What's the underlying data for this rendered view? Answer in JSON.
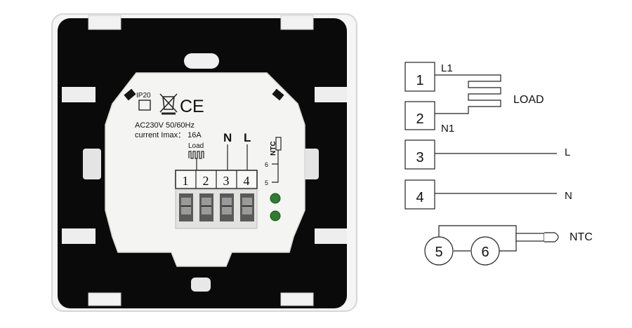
{
  "device": {
    "ip_rating": "IP20",
    "ce_mark": "CE",
    "rating_line1": "AC230V 50/60Hz",
    "rating_line2": "current Imax： 16A",
    "load_label": "Load",
    "n_label": "N",
    "l_label": "L",
    "ntc_label": "NTC",
    "pin6_label": "6",
    "pin5_label": "5",
    "terminals": [
      "1",
      "2",
      "3",
      "4"
    ],
    "icons": [
      "weee-bin-icon",
      "ce-mark-icon",
      "ip20-box-icon",
      "load-heater-icon"
    ],
    "colors": {
      "frame": "#0a0a0a",
      "module": "#f4f4f2",
      "terminal_green": "#2e7d32"
    }
  },
  "wiring": {
    "terminals": [
      {
        "num": "1",
        "label": "L1"
      },
      {
        "num": "2",
        "label": "N1"
      },
      {
        "num": "3",
        "label": "L"
      },
      {
        "num": "4",
        "label": "N"
      }
    ],
    "load_label": "LOAD",
    "ntc_pins": [
      "5",
      "6"
    ],
    "ntc_label": "NTC"
  }
}
